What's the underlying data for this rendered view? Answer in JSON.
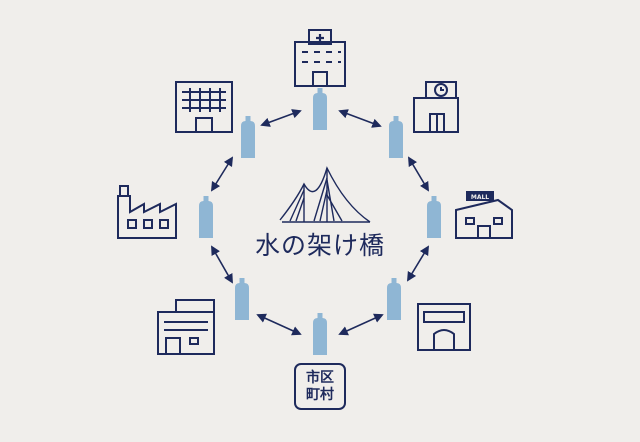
{
  "center": {
    "title": "水の架け橋"
  },
  "nodes": {
    "mall": {
      "sign": "MALL"
    },
    "city_office": {
      "line1": "市区",
      "line2": "町村"
    }
  },
  "colors": {
    "navy": "#1e2a5c",
    "bottle": "#8fb6d4",
    "background": "#f0eeeb"
  }
}
